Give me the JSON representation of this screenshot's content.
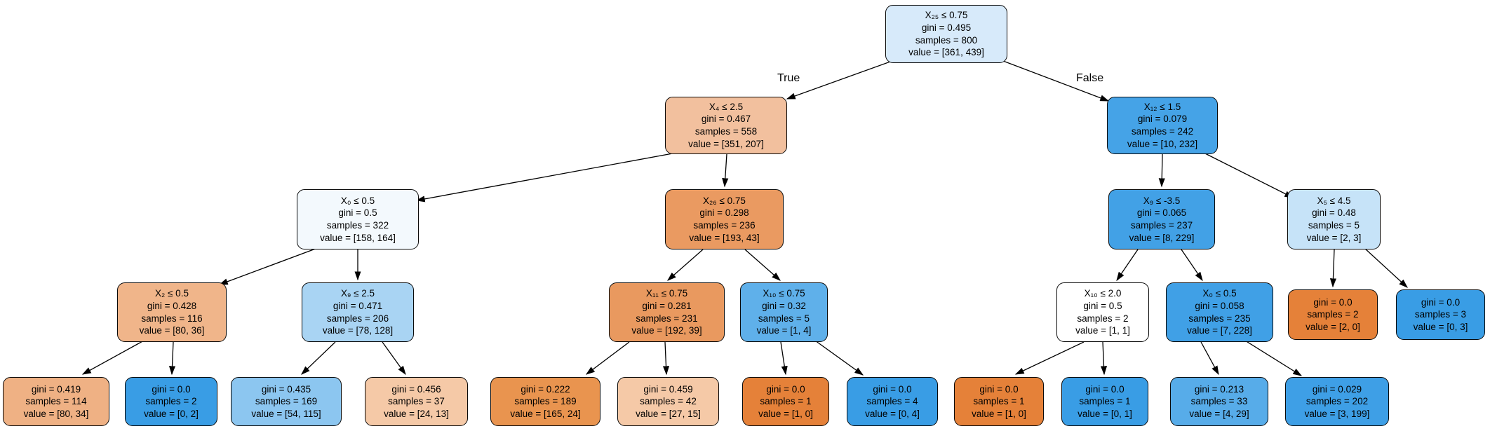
{
  "diagram": {
    "type": "decision-tree",
    "background": "#ffffff",
    "true_branch_label": "True",
    "false_branch_label": "False",
    "class_colors": {
      "class_0_majority": "#e58139",
      "class_1_majority": "#399de5"
    }
  },
  "nodes": [
    {
      "condition": "X₂₅ ≤ 0.75",
      "gini": "gini = 0.495",
      "samples": "samples = 800",
      "value": "value = [361, 439]",
      "color": "#d7eafa"
    },
    {
      "condition": "X₄ ≤ 2.5",
      "gini": "gini = 0.467",
      "samples": "samples = 558",
      "value": "value = [351, 207]",
      "color": "#f2c09e"
    },
    {
      "condition": "X₁₂ ≤ 1.5",
      "gini": "gini = 0.079",
      "samples": "samples = 242",
      "value": "value = [10, 232]",
      "color": "#45a3e7"
    },
    {
      "condition": "X₀ ≤ 0.5",
      "gini": "gini = 0.5",
      "samples": "samples = 322",
      "value": "value = [158, 164]",
      "color": "#f3f9fd"
    },
    {
      "condition": "X₂₆ ≤ 0.75",
      "gini": "gini = 0.298",
      "samples": "samples = 236",
      "value": "value = [193, 43]",
      "color": "#ea9a61"
    },
    {
      "condition": "X₉ ≤ -3.5",
      "gini": "gini = 0.065",
      "samples": "samples = 237",
      "value": "value = [8, 229]",
      "color": "#42a1e6"
    },
    {
      "condition": "X₅ ≤ 4.5",
      "gini": "gini = 0.48",
      "samples": "samples = 5",
      "value": "value = [2, 3]",
      "color": "#c6e3f8"
    },
    {
      "condition": "X₂ ≤ 0.5",
      "gini": "gini = 0.428",
      "samples": "samples = 116",
      "value": "value = [80, 36]",
      "color": "#f0b58a"
    },
    {
      "condition": "X₉ ≤ 2.5",
      "gini": "gini = 0.471",
      "samples": "samples = 206",
      "value": "value = [78, 128]",
      "color": "#a9d4f3"
    },
    {
      "condition": "X₁₁ ≤ 0.75",
      "gini": "gini = 0.281",
      "samples": "samples = 231",
      "value": "value = [192, 39]",
      "color": "#e9995f"
    },
    {
      "condition": "X₁₀ ≤ 0.75",
      "gini": "gini = 0.32",
      "samples": "samples = 5",
      "value": "value = [1, 4]",
      "color": "#5fb0ea"
    },
    {
      "condition": "X₁₀ ≤ 2.0",
      "gini": "gini = 0.5",
      "samples": "samples = 2",
      "value": "value = [1, 1]",
      "color": "#ffffff"
    },
    {
      "condition": "X₀ ≤ 0.5",
      "gini": "gini = 0.058",
      "samples": "samples = 235",
      "value": "value = [7, 228]",
      "color": "#40a0e6"
    },
    {
      "gini": "gini = 0.0",
      "samples": "samples = 2",
      "value": "value = [2, 0]",
      "color": "#e58139"
    },
    {
      "gini": "gini = 0.0",
      "samples": "samples = 3",
      "value": "value = [0, 3]",
      "color": "#399de5"
    },
    {
      "gini": "gini = 0.419",
      "samples": "samples = 114",
      "value": "value = [80, 34]",
      "color": "#efb184"
    },
    {
      "gini": "gini = 0.0",
      "samples": "samples = 2",
      "value": "value = [0, 2]",
      "color": "#399de5"
    },
    {
      "gini": "gini = 0.435",
      "samples": "samples = 169",
      "value": "value = [54, 115]",
      "color": "#8cc6f0"
    },
    {
      "gini": "gini = 0.456",
      "samples": "samples = 37",
      "value": "value = [24, 13]",
      "color": "#f5c9a7"
    },
    {
      "gini": "gini = 0.222",
      "samples": "samples = 189",
      "value": "value = [165, 24]",
      "color": "#e9944f"
    },
    {
      "gini": "gini = 0.459",
      "samples": "samples = 42",
      "value": "value = [27, 15]",
      "color": "#f5c9a7"
    },
    {
      "gini": "gini = 0.0",
      "samples": "samples = 1",
      "value": "value = [1, 0]",
      "color": "#e58139"
    },
    {
      "gini": "gini = 0.0",
      "samples": "samples = 4",
      "value": "value = [0, 4]",
      "color": "#399de5"
    },
    {
      "gini": "gini = 0.0",
      "samples": "samples = 1",
      "value": "value = [1, 0]",
      "color": "#e58139"
    },
    {
      "gini": "gini = 0.0",
      "samples": "samples = 1",
      "value": "value = [0, 1]",
      "color": "#399de5"
    },
    {
      "gini": "gini = 0.213",
      "samples": "samples = 33",
      "value": "value = [4, 29]",
      "color": "#57ace9"
    },
    {
      "gini": "gini = 0.029",
      "samples": "samples = 202",
      "value": "value = [3, 199]",
      "color": "#3e9fe6"
    }
  ],
  "edges": [
    {
      "from": 0,
      "to": 1,
      "label": "True"
    },
    {
      "from": 0,
      "to": 2,
      "label": "False"
    },
    {
      "from": 1,
      "to": 3
    },
    {
      "from": 1,
      "to": 4
    },
    {
      "from": 2,
      "to": 5
    },
    {
      "from": 2,
      "to": 6
    },
    {
      "from": 3,
      "to": 7
    },
    {
      "from": 3,
      "to": 8
    },
    {
      "from": 4,
      "to": 9
    },
    {
      "from": 4,
      "to": 10
    },
    {
      "from": 5,
      "to": 11
    },
    {
      "from": 5,
      "to": 12
    },
    {
      "from": 6,
      "to": 13
    },
    {
      "from": 6,
      "to": 14
    },
    {
      "from": 7,
      "to": 15
    },
    {
      "from": 7,
      "to": 16
    },
    {
      "from": 8,
      "to": 17
    },
    {
      "from": 8,
      "to": 18
    },
    {
      "from": 9,
      "to": 19
    },
    {
      "from": 9,
      "to": 20
    },
    {
      "from": 10,
      "to": 21
    },
    {
      "from": 10,
      "to": 22
    },
    {
      "from": 11,
      "to": 23
    },
    {
      "from": 11,
      "to": 24
    },
    {
      "from": 12,
      "to": 25
    },
    {
      "from": 12,
      "to": 26
    }
  ]
}
